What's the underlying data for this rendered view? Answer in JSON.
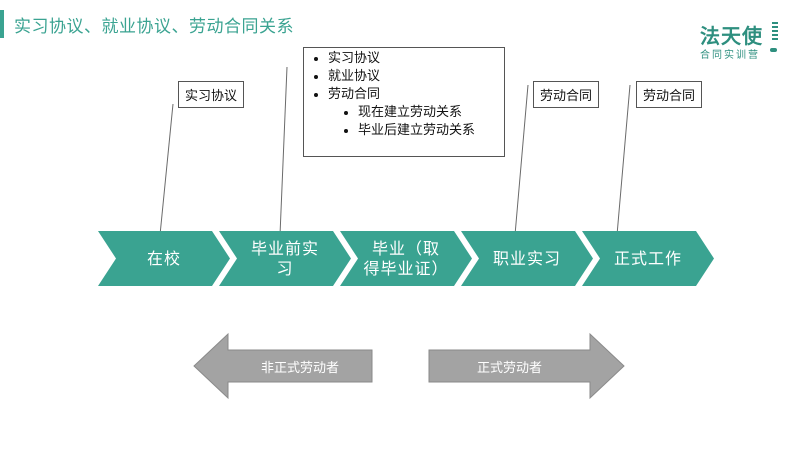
{
  "header": {
    "title": "实习协议、就业协议、劳动合同关系"
  },
  "logo": {
    "name": "法天使",
    "subtitle": "合同实训营"
  },
  "callouts": {
    "stage1": "实习协议",
    "stage4": "劳动合同",
    "stage5": "劳动合同"
  },
  "stage2_list": {
    "items": [
      "实习协议",
      "就业协议",
      "劳动合同"
    ],
    "subitems": [
      "现在建立劳动关系",
      "毕业后建立劳动关系"
    ]
  },
  "stages": [
    {
      "line1": "在校",
      "line2": ""
    },
    {
      "line1": "毕业前实",
      "line2": "习"
    },
    {
      "line1": "毕业（取",
      "line2": "得毕业证）"
    },
    {
      "line1": "职业实习",
      "line2": ""
    },
    {
      "line1": "正式工作",
      "line2": ""
    }
  ],
  "arrows": {
    "left_label": "非正式劳动者",
    "right_label": "正式劳动者"
  },
  "colors": {
    "accent": "#3aa391",
    "chevron": "#3aa391",
    "arrow_gray": "#a3a3a3"
  }
}
